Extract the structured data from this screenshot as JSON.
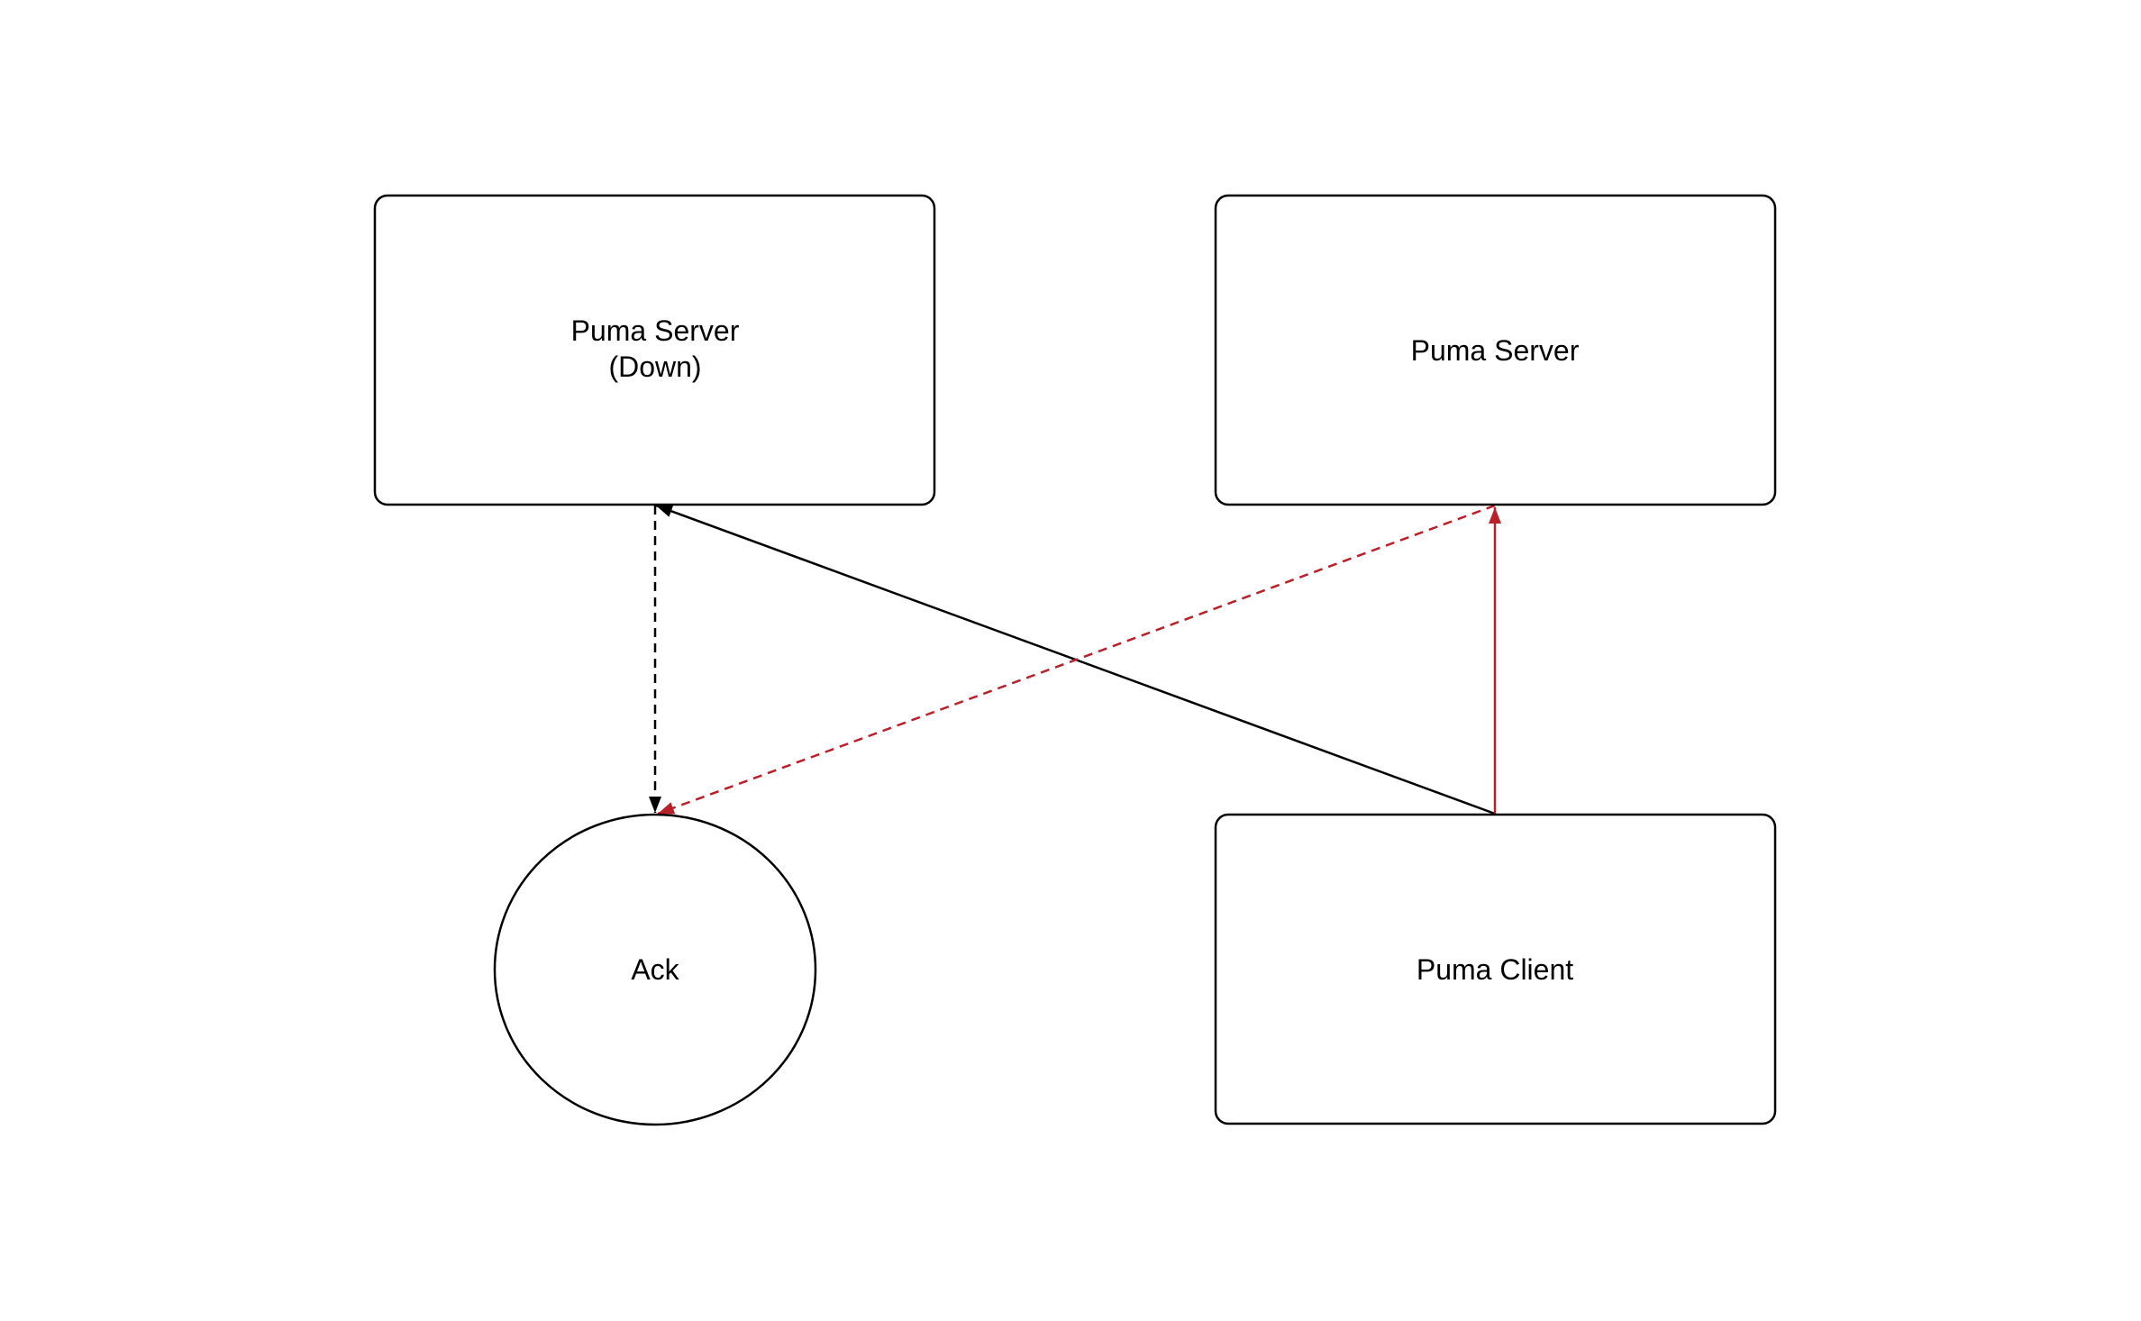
{
  "colors": {
    "background": "#ffffff",
    "stroke": "#000000",
    "accent": "#b8202a"
  },
  "nodes": {
    "server_down": {
      "shape": "rounded-rectangle",
      "line1": "Puma Server",
      "line2": "(Down)"
    },
    "server": {
      "shape": "rounded-rectangle",
      "label": "Puma Server"
    },
    "ack": {
      "shape": "circle",
      "label": "Ack"
    },
    "client": {
      "shape": "rounded-rectangle",
      "label": "Puma Client"
    }
  },
  "edges": [
    {
      "from": "client",
      "to": "server_down",
      "style": "solid",
      "color": "black"
    },
    {
      "from": "client",
      "to": "server",
      "style": "solid",
      "color": "red"
    },
    {
      "from": "server_down",
      "to": "ack",
      "style": "dashed",
      "color": "black"
    },
    {
      "from": "server",
      "to": "ack",
      "style": "dashed",
      "color": "red"
    }
  ]
}
